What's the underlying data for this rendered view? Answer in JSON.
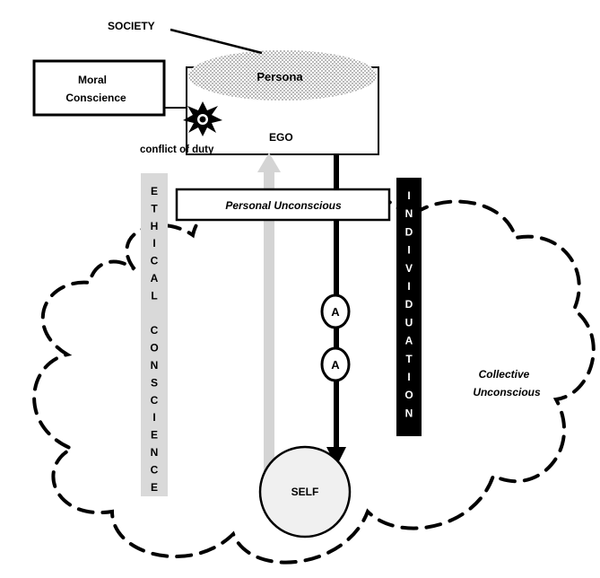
{
  "labels": {
    "society": "SOCIETY",
    "moral_conscience_line1": "Moral",
    "moral_conscience_line2": "Conscience",
    "persona": "Persona",
    "ego": "EGO",
    "conflict_of_duty": "conflict of duty",
    "personal_unconscious": "Personal Unconscious",
    "collective_unconscious_line1": "Collective",
    "collective_unconscious_line2": "Unconscious",
    "self": "SELF",
    "archetype_1": "A",
    "archetype_2": "A",
    "ethical_conscience": [
      "E",
      "T",
      "H",
      "I",
      "C",
      "A",
      "L",
      "",
      "C",
      "O",
      "N",
      "S",
      "C",
      "I",
      "E",
      "N",
      "C",
      "E"
    ],
    "individuation": [
      "I",
      "N",
      "D",
      "I",
      "V",
      "I",
      "D",
      "U",
      "A",
      "T",
      "I",
      "O",
      "N"
    ]
  },
  "colors": {
    "ink": "#000000",
    "ethical_band": "#d9d9d9",
    "ethical_arrow": "#d4d4d4",
    "persona_fill": "#cfcfcf",
    "self_fill": "#f0f0f0",
    "individuation_band": "#000000"
  }
}
